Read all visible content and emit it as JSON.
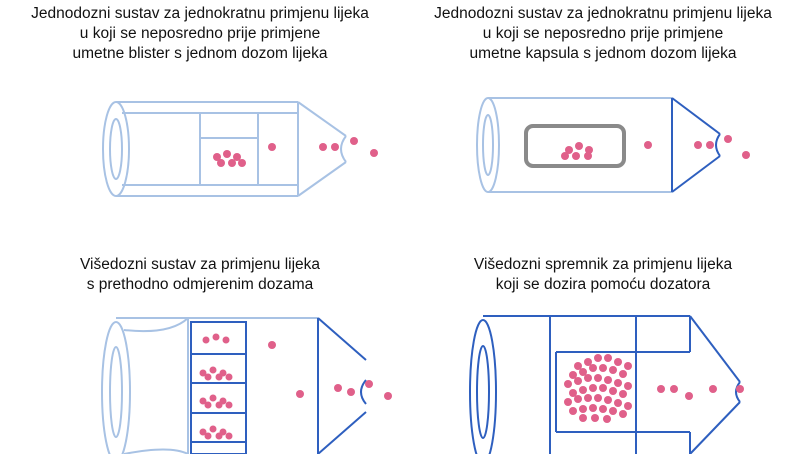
{
  "colors": {
    "outline_light": "#a8c2e4",
    "outline_dark": "#2e5fbf",
    "dose": "#e0608a",
    "capsule": "#8a8a8a"
  },
  "panels": [
    {
      "id": "single-dose-blister",
      "caption": [
        "Jednodozni sustav za jednokratnu primjenu lijeka",
        "u koji se neposredno prije primjene",
        "umetne blister s jednom dozom lijeka"
      ]
    },
    {
      "id": "single-dose-capsule",
      "caption": [
        "Jednodozni sustav za jednokratnu primjenu lijeka",
        "u koji se neposredno prije primjene",
        "umetne kapsula s jednom dozom lijeka"
      ]
    },
    {
      "id": "multi-dose-premetered",
      "caption": [
        "Višedozni sustav za primjenu lijeka",
        "s prethodno odmjerenim dozama"
      ]
    },
    {
      "id": "multi-dose-reservoir",
      "caption": [
        "Višedozni spremnik za primjenu lijeka",
        "koji se dozira pomoću dozatora"
      ]
    }
  ]
}
